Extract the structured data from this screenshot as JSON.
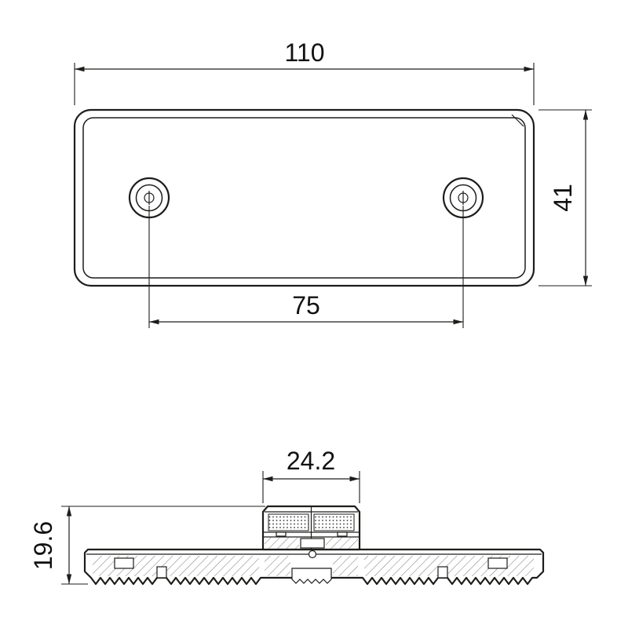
{
  "drawing": {
    "background": "#ffffff",
    "line_color": "#1d1d1b",
    "dims": {
      "width": "110",
      "height": "41",
      "hole_spacing": "75",
      "connector_width": "24.2",
      "profile_height": "19.6"
    }
  }
}
